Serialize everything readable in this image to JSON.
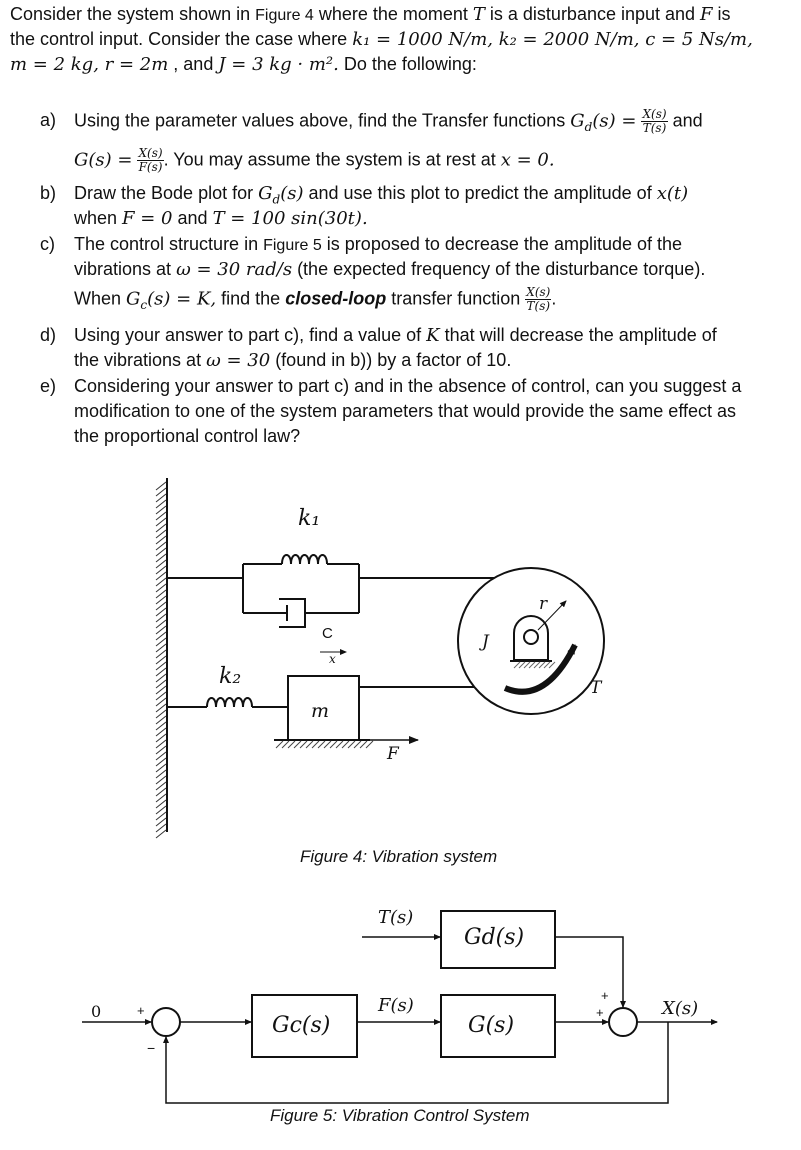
{
  "intro": {
    "line1_a": "Consider the system shown in ",
    "line1_fig": "Figure 4",
    "line1_b": " where the moment ",
    "line1_T": "T",
    "line1_c": " is a disturbance input and ",
    "line1_F": "F",
    "line1_d": " is",
    "line2_a": "the control input. Consider the case where ",
    "line2_k1": "k₁ = 1000 N/m, k₂ = 2000 N/m, c = 5 Ns/m,",
    "line3_m": "m = 2 kg, r = 2m",
    "line3_a": " , and ",
    "line3_J": "J = 3 kg · m².",
    "line3_b": " Do the following:"
  },
  "parts": {
    "a_label": "a)",
    "a_text1": "Using the parameter values above, find the Transfer functions ",
    "a_Gd": "G",
    "a_Gd_sub": "d",
    "a_Gd_args": "(s) =",
    "a_frac1_num": "X(s)",
    "a_frac1_den": "T(s)",
    "a_and": "and",
    "a_G": "G(s) =",
    "a_frac2_num": "X(s)",
    "a_frac2_den": "F(s)",
    "a_text2": ". You may assume the system is at rest at ",
    "a_x0": "x = 0.",
    "b_label": "b)",
    "b_text1": "Draw the Bode plot for ",
    "b_Gd": "G",
    "b_Gd_sub": "d",
    "b_Gd_args": "(s)",
    "b_text2": " and use this plot to predict the amplitude of ",
    "b_xt": "x(t)",
    "b_text3": "when ",
    "b_F0": "F = 0",
    "b_and": " and ",
    "b_T": "T = 100 sin(30t).",
    "c_label": "c)",
    "c_text1": "The control structure in ",
    "c_fig": "Figure 5",
    "c_text2": " is proposed to decrease the amplitude of the",
    "c_text3": "vibrations at ",
    "c_w": "ω = 30 rad/s",
    "c_text4": " (the expected frequency of the disturbance torque).",
    "c_text5": "When ",
    "c_Gc": "G",
    "c_Gc_sub": "c",
    "c_Gc_args": "(s) = K,",
    "c_text6": " find the ",
    "c_bold": "closed-loop",
    "c_text7": " transfer function ",
    "c_frac_num": "X(s)",
    "c_frac_den": "T(s)",
    "c_dot": ".",
    "d_label": "d)",
    "d_text1": "Using your answer to part c), find a value of ",
    "d_K": "K",
    "d_text2": " that will decrease the amplitude of",
    "d_text3": "the vibrations at ",
    "d_w": "ω = 30",
    "d_text4": " (found in b)) by a factor of 10.",
    "e_label": "e)",
    "e_text1": "Considering your answer to part c) and in the absence of control, can you suggest a",
    "e_text2": "modification to one of the system parameters that would provide the same effect as",
    "e_text3": "the proportional control law?"
  },
  "figure4": {
    "k1": "k₁",
    "c": "C",
    "x": "x",
    "k2": "k₂",
    "m": "m",
    "F": "F",
    "J": "J",
    "r": "r",
    "T": "T",
    "caption": "Figure 4: Vibration system"
  },
  "figure5": {
    "T_in": "T(s)",
    "Gd": "Gd(s)",
    "zero": "0",
    "plus1": "+",
    "minus1": "−",
    "Gc": "Gc(s)",
    "F_sig": "F(s)",
    "G": "G(s)",
    "plus2": "+",
    "plus3": "+",
    "X_out": "X(s)",
    "caption": "Figure 5: Vibration Control System"
  }
}
